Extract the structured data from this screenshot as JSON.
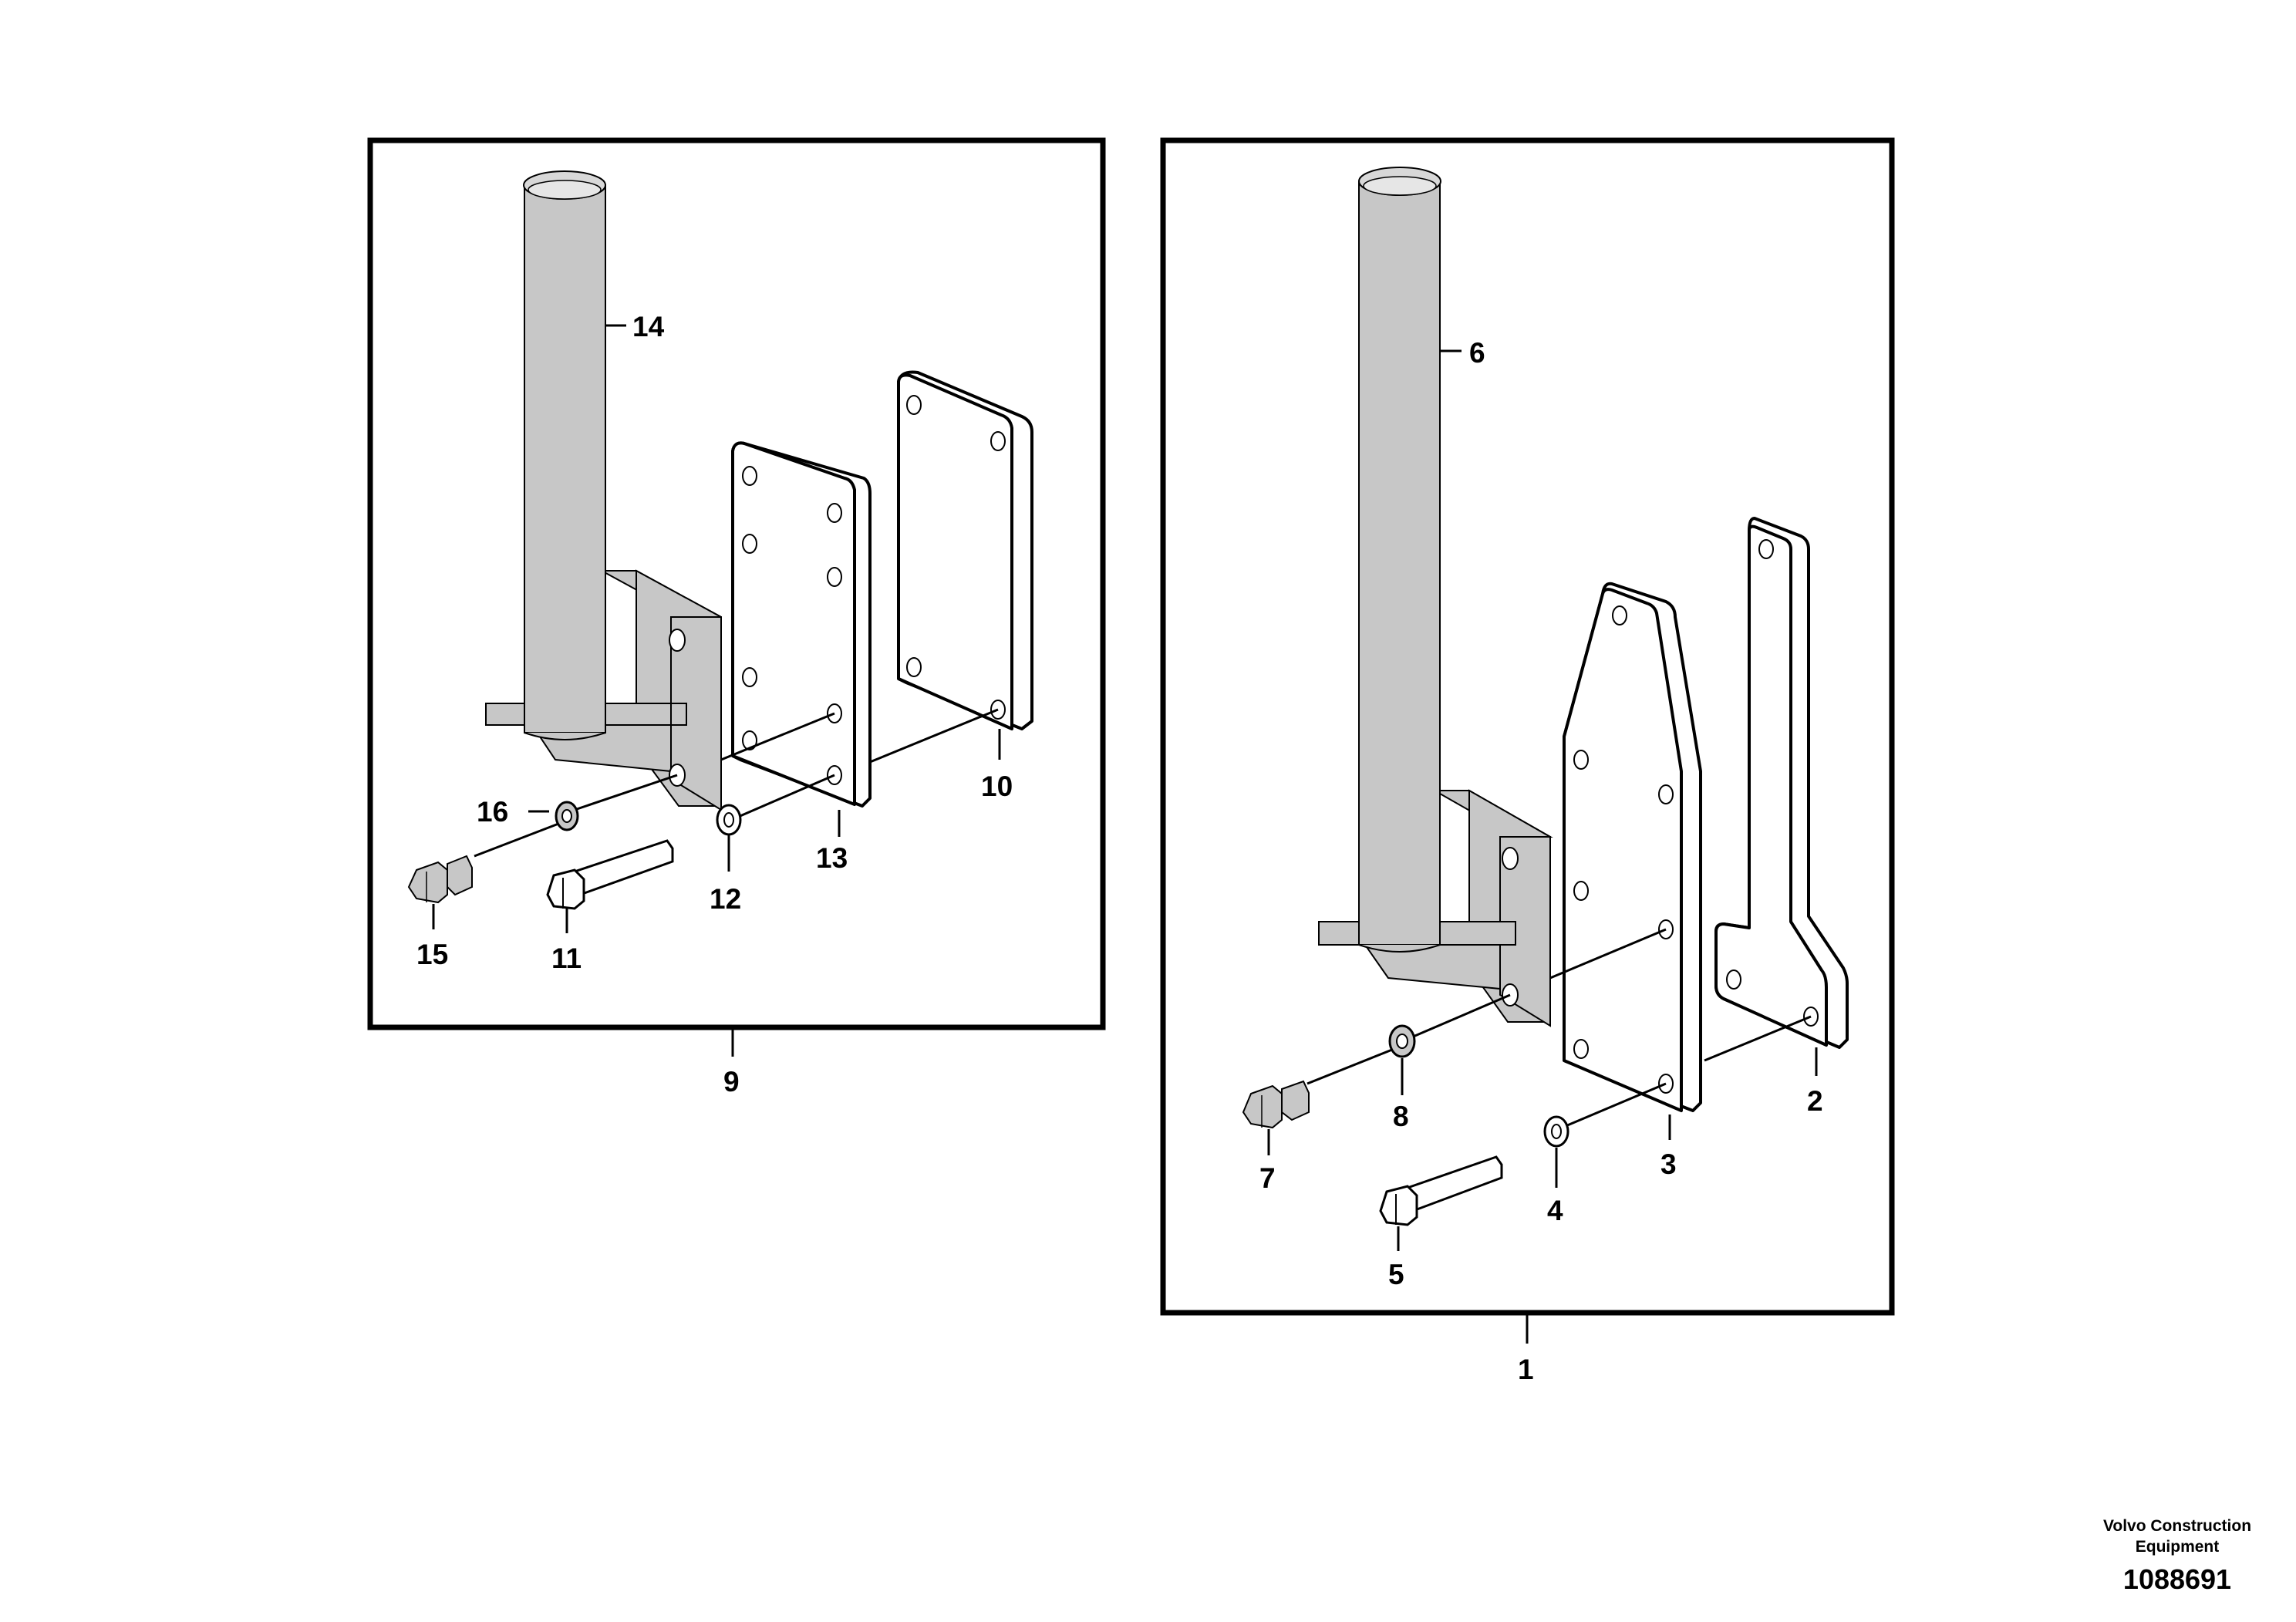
{
  "left_assembly": {
    "item_number": "9",
    "callouts": {
      "pipe": "14",
      "bolt_short": "15",
      "washer_small": "16",
      "bolt_long": "11",
      "washer_long": "12",
      "plate_inner": "13",
      "plate_outer": "10"
    }
  },
  "right_assembly": {
    "item_number": "1",
    "callouts": {
      "pipe": "6",
      "bolt_short": "7",
      "washer_small": "8",
      "bolt_long": "5",
      "washer_long": "4",
      "plate_tapered": "3",
      "arm_bracket": "2"
    }
  },
  "footer": {
    "brand_line_1": "Volvo Construction",
    "brand_line_2": "Equipment",
    "drawing_number": "1088691"
  }
}
